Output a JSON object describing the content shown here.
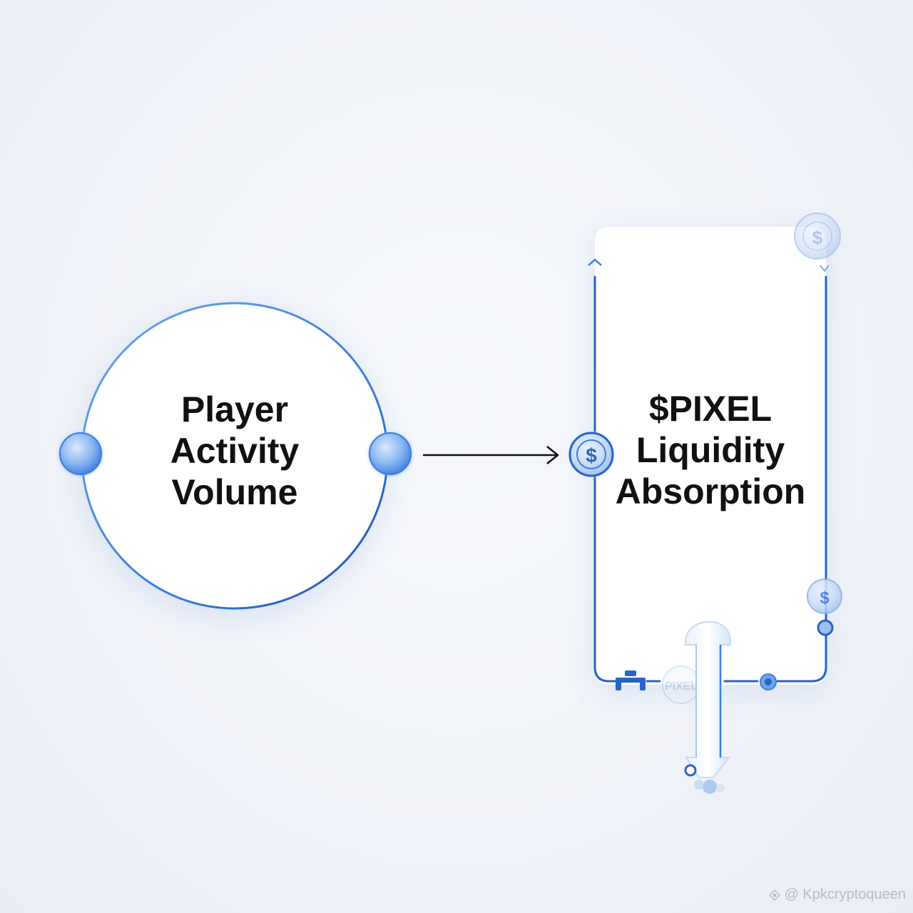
{
  "nodes": {
    "source": {
      "label_lines": [
        "Player",
        "Activity",
        "Volume"
      ]
    },
    "target": {
      "label_lines": [
        "$PIXEL",
        "Liquidity",
        "Absorption"
      ]
    }
  },
  "edge": {
    "from": "source",
    "to": "target",
    "direction": "right"
  },
  "decorations": {
    "coin_symbol": "$",
    "coin_stamp_text": "PIXEL"
  },
  "colors": {
    "accent": "#3b7ddd",
    "accent_dark": "#1e4fb0",
    "accent_light": "#bcd4f5",
    "node_fill": "#ffffff",
    "text": "#111111",
    "arrow": "#111111"
  },
  "watermark": {
    "text": "@ Kpkcryptoqueen"
  }
}
